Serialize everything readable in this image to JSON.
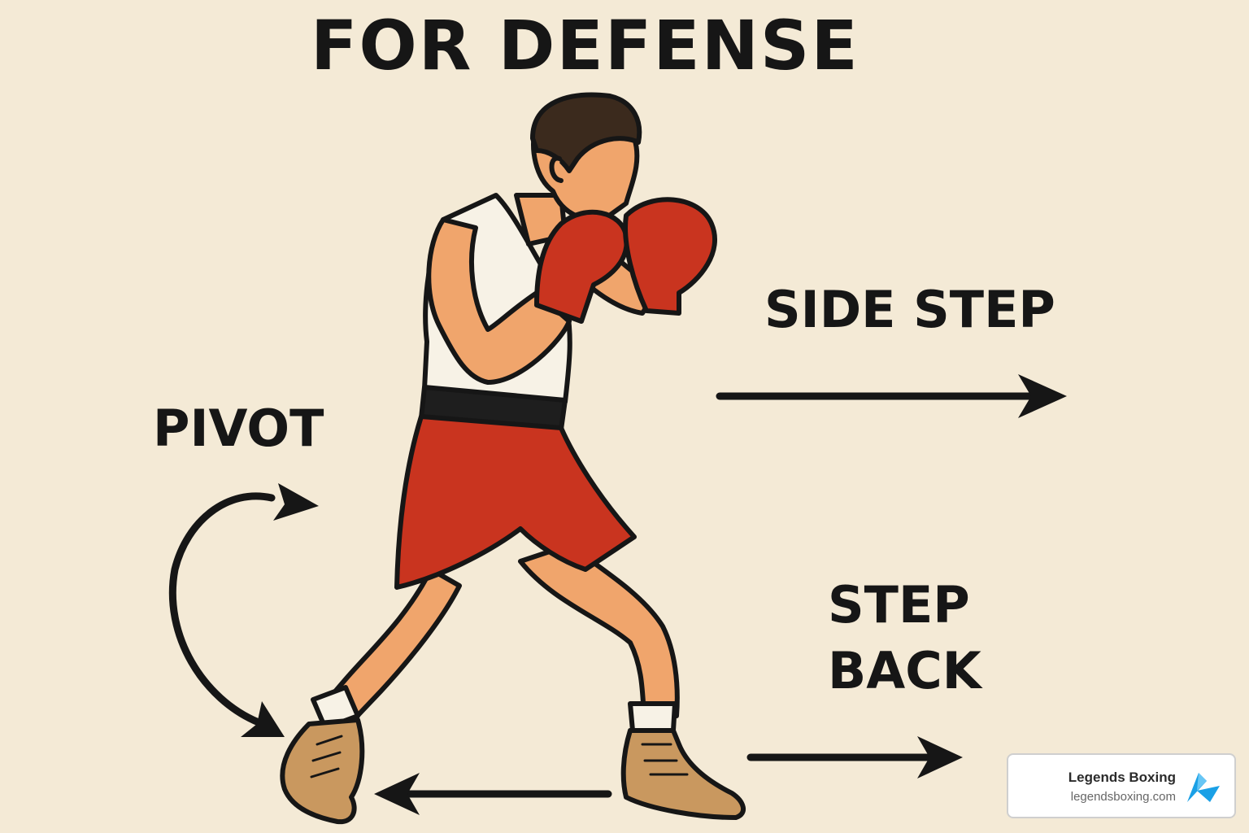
{
  "title": "FOR DEFENSE",
  "labels": {
    "side_step": "SIDE STEP",
    "pivot": "PIVOT",
    "step_back_line1": "STEP",
    "step_back_line2": "BACK"
  },
  "brand": {
    "name": "Legends Boxing",
    "url": "legendsboxing.com",
    "logo_icon": "legends-boxing-logo-icon"
  },
  "colors": {
    "background": "#f4ead6",
    "ink": "#161616",
    "skin": "#f0a56c",
    "glove_red": "#c9341f",
    "shorts_red": "#c9341f",
    "tank_white": "#f7f2e6",
    "belt": "#1e1e1e",
    "shoe_tan": "#c9985f",
    "hair": "#3b2a1d",
    "logo_blue": "#1aa0e6"
  }
}
